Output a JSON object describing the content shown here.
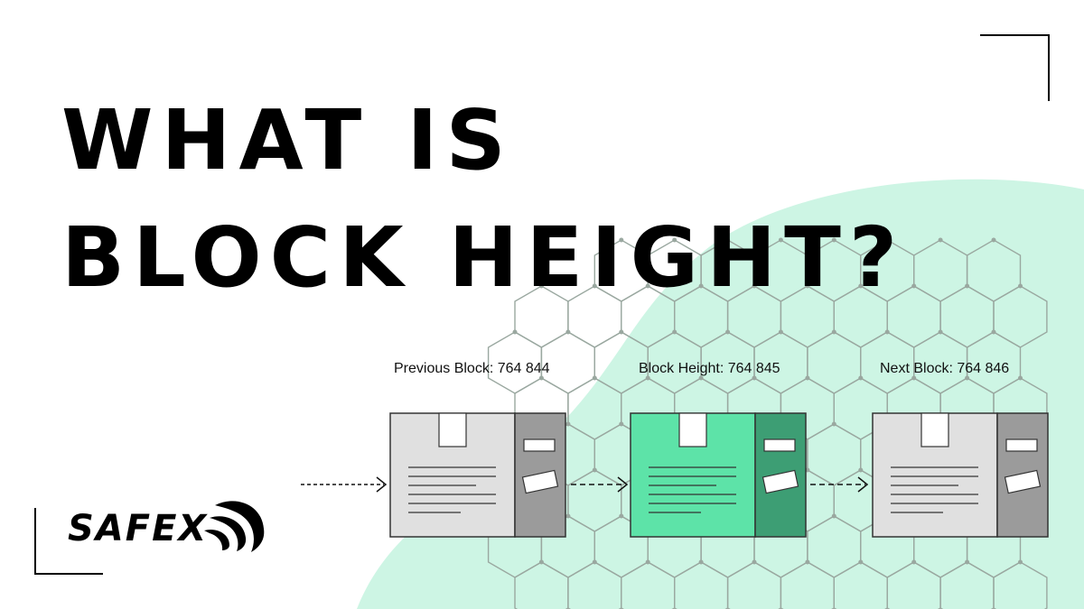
{
  "title": {
    "line1": "WHAT IS",
    "line2": "BLOCK HEIGHT?"
  },
  "blocks": [
    {
      "label": "Previous Block: 764  844",
      "fill": "#e0e0e0",
      "side": "#9b9b9b"
    },
    {
      "label": "Block Height: 764 845",
      "fill": "#5de3a8",
      "side": "#3d9e74"
    },
    {
      "label": "Next Block: 764 846",
      "fill": "#e0e0e0",
      "side": "#9b9b9b"
    }
  ],
  "logo": {
    "text": "SAFEX"
  },
  "colors": {
    "blob": "#cdf5e4",
    "hex": "#9aa8a0",
    "ink": "#111111"
  }
}
